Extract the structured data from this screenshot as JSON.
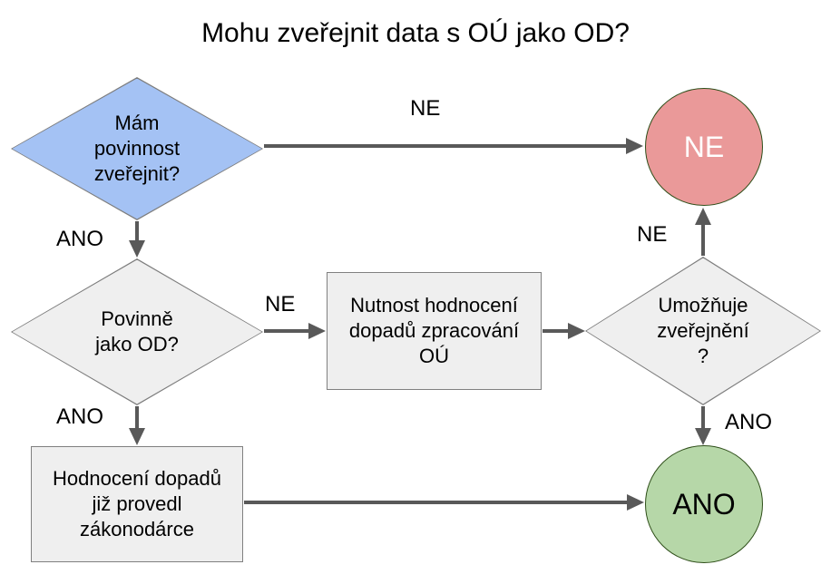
{
  "title": "Mohu zveřejnit data s OÚ jako OD?",
  "diagram_type": "flowchart",
  "nodes": {
    "q_must_publish": {
      "label": "Mám\npovinnost\nzveřejnit?",
      "shape": "diamond"
    },
    "result_no": {
      "label": "NE",
      "shape": "circle"
    },
    "q_as_od": {
      "label": "Povinně\njako OD?",
      "shape": "diamond"
    },
    "box_assessment": {
      "label": "Nutnost hodnocení\ndopadů zpracování\nOÚ",
      "shape": "rectangle"
    },
    "q_allows": {
      "label": "Umožňuje\nzveřejnění\n?",
      "shape": "diamond"
    },
    "box_legislator": {
      "label": "Hodnocení dopadů\njiž provedl\nzákonodárce",
      "shape": "rectangle"
    },
    "result_yes": {
      "label": "ANO",
      "shape": "circle"
    }
  },
  "edge_labels": {
    "must_publish_no": "NE",
    "must_publish_yes": "ANO",
    "as_od_no": "NE",
    "as_od_yes": "ANO",
    "allows_no": "NE",
    "allows_yes": "ANO"
  },
  "colors": {
    "start_diamond_fill": "#a4c2f4",
    "neutral_fill": "#efefef",
    "no_circle_fill": "#ea9999",
    "yes_circle_fill": "#b6d7a8",
    "shape_border": "#7d7d7d",
    "circle_border": "#2f4f1a",
    "arrow": "#595959",
    "no_circle_text": "#ffffff"
  }
}
